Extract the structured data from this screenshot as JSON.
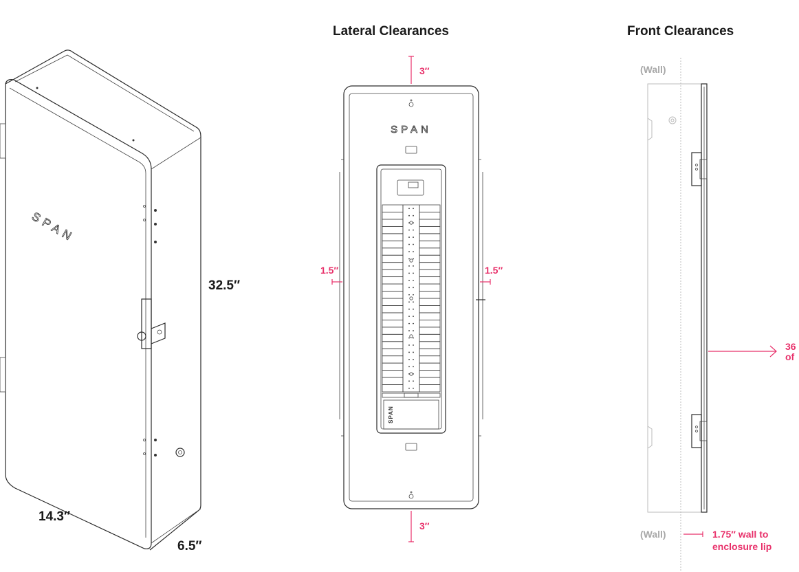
{
  "titles": {
    "lateral": "Lateral Clearances",
    "front": "Front Clearances"
  },
  "product": {
    "logo_text": "SPAN",
    "dimension_height": "32.5″",
    "dimension_width": "14.3″",
    "dimension_depth": "6.5″"
  },
  "lateral": {
    "top_clearance": "3″",
    "bottom_clearance": "3″",
    "left_clearance": "1.5″",
    "right_clearance": "1.5″",
    "small_logo_text": "SPAN"
  },
  "front": {
    "wall_label_top": "(Wall)",
    "wall_label_bottom": "(Wall)",
    "front_clearance_line1": "36",
    "front_clearance_line2": "of",
    "lip_line1": "1.75″ wall to",
    "lip_line2": "enclosure lip"
  },
  "colors": {
    "accent": "#e8306a",
    "wall": "#a8a8a8",
    "text": "#1a1a1a"
  },
  "breaker_rows": 26
}
